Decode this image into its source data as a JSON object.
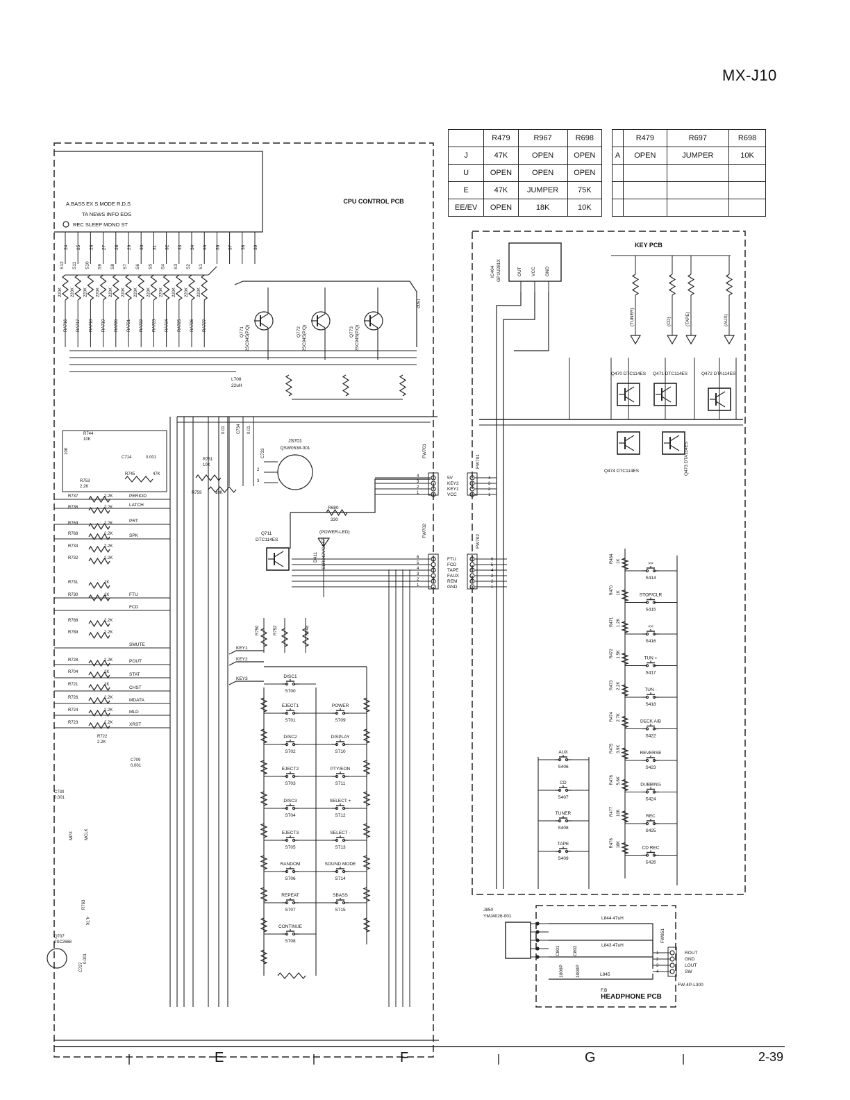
{
  "model": "MX-J10",
  "page_number": "2-39",
  "grid_columns": [
    "E",
    "F",
    "G"
  ],
  "table_left": {
    "headers": [
      "",
      "R479",
      "R967",
      "R698"
    ],
    "rows": [
      [
        "J",
        "47K",
        "OPEN",
        "OPEN"
      ],
      [
        "U",
        "OPEN",
        "OPEN",
        "OPEN"
      ],
      [
        "E",
        "47K",
        "JUMPER",
        "75K"
      ],
      [
        "EE/EV",
        "OPEN",
        "18K",
        "10K"
      ]
    ]
  },
  "table_right": {
    "headers": [
      "",
      "R479",
      "R697",
      "R698"
    ],
    "rows": [
      [
        "A",
        "OPEN",
        "JUMPER",
        "10K"
      ],
      [
        "",
        "",
        "",
        ""
      ],
      [
        "",
        "",
        "",
        ""
      ],
      [
        "",
        "",
        "",
        ""
      ]
    ]
  },
  "pcb_labels": {
    "cpu": "CPU CONTROL PCB",
    "key": "KEY PCB",
    "headphone": "HEADPHONE PCB"
  },
  "display_indicators": {
    "line1": [
      "A.BASS EX",
      "S.MODE",
      "R,D,S"
    ],
    "line2": [
      "TA",
      "NEWS",
      "INFO",
      "EOS"
    ],
    "line3": [
      "REC",
      "SLEEP",
      "MONO",
      "ST"
    ]
  },
  "fl_segments": [
    "S12",
    "S11",
    "S10",
    "S9",
    "S8",
    "S7",
    "S6",
    "S5",
    "S4",
    "S3",
    "S2",
    "S1"
  ],
  "fl_pins": [
    "24",
    "25",
    "26",
    "27",
    "28",
    "29",
    "30",
    "31",
    "32",
    "33",
    "34",
    "35",
    "36",
    "37",
    "38",
    "39"
  ],
  "resistor_array": [
    "RA716",
    "RA717",
    "RA718",
    "RA719",
    "RA720",
    "RA721",
    "RA722",
    "RA723",
    "RA724",
    "RA725",
    "RA726",
    "RA727"
  ],
  "transistors": [
    {
      "ref": "Q771",
      "part": "2SC945(P,Q)"
    },
    {
      "ref": "Q772",
      "part": "2SC945(P,Q)"
    },
    {
      "ref": "Q773",
      "part": "2SC945(P,Q)"
    }
  ],
  "cpu_parts": {
    "js701": "JS701",
    "js701_part": "QSW0538-001",
    "q711": "Q711",
    "q711_part": "DTC114ES",
    "d411": "D411",
    "d411_part": "SLR342VCA47",
    "power_led": "(POWER-LED)",
    "r680": "R680",
    "r680_val": "330",
    "l708": "L708",
    "l708_val": "22uH"
  },
  "key_parts": {
    "ic": "IC404",
    "ic_part": "GP1U281X",
    "ic_pins": [
      "OUT",
      "VCC",
      "GND"
    ],
    "leds": [
      "(TUNER)",
      "(CD)",
      "(TAPE)",
      "(AUX)"
    ],
    "q470": "Q470 DTC114ES",
    "q471": "Q471 DTC114ES",
    "q472": "Q472 DTA114ES",
    "q473": "Q473 DTA114ES",
    "q474": "Q474 DTC114ES"
  },
  "connector_fw701": {
    "ref": "FW701",
    "pins": [
      "5V",
      "KEY2",
      "KEY1",
      "VCC"
    ]
  },
  "connector_fw702": {
    "ref": "FW702",
    "pins": [
      "FTU",
      "FCD",
      "TAPE",
      "FAUX",
      "REM",
      "GND"
    ]
  },
  "cpu_signals": [
    "PERIOD",
    "LATCH",
    "PRT",
    "SPK",
    "FTU",
    "FCD",
    "SMUTE",
    "POUT",
    "STAT",
    "CHST",
    "MDATA",
    "MLD",
    "XRST"
  ],
  "left_resistors": [
    {
      "ref": "R737",
      "val": "2.2K"
    },
    {
      "ref": "R736",
      "val": "2.2K"
    },
    {
      "ref": "R769",
      "val": "2.2K"
    },
    {
      "ref": "R768",
      "val": "2.2K"
    },
    {
      "ref": "R733",
      "val": "2.2K"
    },
    {
      "ref": "R732",
      "val": "2.2K"
    },
    {
      "ref": "R731",
      "val": "1K"
    },
    {
      "ref": "R730",
      "val": "1K"
    },
    {
      "ref": "R788",
      "val": "2.2K"
    },
    {
      "ref": "R789",
      "val": "2.2K"
    },
    {
      "ref": "R728",
      "val": "2.2K"
    },
    {
      "ref": "R704",
      "val": "1K"
    },
    {
      "ref": "R721",
      "val": "1K"
    },
    {
      "ref": "R726",
      "val": "2.2K"
    },
    {
      "ref": "R724",
      "val": "2.2K"
    },
    {
      "ref": "R723",
      "val": "2.2K"
    }
  ],
  "key_lines": [
    "KEY1",
    "KEY2",
    "KEY3"
  ],
  "cpu_switches": [
    {
      "label": "DISC1",
      "ref": "S700"
    },
    {
      "label": "EJECT1",
      "ref": "S701"
    },
    {
      "label": "POWER",
      "ref": "S709"
    },
    {
      "label": "DISC2",
      "ref": "S702"
    },
    {
      "label": "DISPLAY",
      "ref": "S710"
    },
    {
      "label": "EJECT2",
      "ref": "S703"
    },
    {
      "label": "PTY/EON",
      "ref": "S711"
    },
    {
      "label": "DISC3",
      "ref": "S704"
    },
    {
      "label": "SELECT +",
      "ref": "S712"
    },
    {
      "label": "EJECT3",
      "ref": "S705"
    },
    {
      "label": "SELECT -",
      "ref": "S713"
    },
    {
      "label": "RANDOM",
      "ref": "S706"
    },
    {
      "label": "SOUND MODE",
      "ref": "S714"
    },
    {
      "label": "REPEAT",
      "ref": "S707"
    },
    {
      "label": "SBASS",
      "ref": "S715"
    },
    {
      "label": "CONTINUE",
      "ref": "S708"
    }
  ],
  "key_switches_right": [
    {
      "label": ">>",
      "ref": "S414",
      "res": "R484",
      "val": "1K"
    },
    {
      "label": "STOP/CLR",
      "ref": "S415",
      "res": "R470",
      "val": "1K"
    },
    {
      "label": "<<",
      "ref": "S416",
      "res": "R471",
      "val": "1.2K"
    },
    {
      "label": "TUN +",
      "ref": "S417",
      "res": "R472",
      "val": "1.5K"
    },
    {
      "label": "TUN -",
      "ref": "S418",
      "res": "R473",
      "val": "2.2K"
    },
    {
      "label": "DECK A/B",
      "ref": "S422",
      "res": "R474",
      "val": "2.7K"
    },
    {
      "label": "REVERSE",
      "ref": "S423",
      "res": "R475",
      "val": "3.9K"
    },
    {
      "label": "DUBBING",
      "ref": "S424",
      "res": "R476",
      "val": "5.6K"
    },
    {
      "label": "REC",
      "ref": "S425",
      "res": "R477",
      "val": "10K"
    },
    {
      "label": "CD REC",
      "ref": "S426",
      "res": "R478",
      "val": "18K"
    }
  ],
  "key_switches_left": [
    {
      "label": "AUX",
      "ref": "S406"
    },
    {
      "label": "CD",
      "ref": "S407"
    },
    {
      "label": "TUNER",
      "ref": "S408"
    },
    {
      "label": "TAPE",
      "ref": "S409"
    }
  ],
  "headphone": {
    "jack": "J850",
    "jack_part": "YMJ4026-001",
    "l844": "L844 47uH",
    "l843": "L843 47uH",
    "l845": "L845",
    "fb": "F.B",
    "c801": "C801",
    "c802": "C802",
    "cap_val": "1000P",
    "fw851": "FW851",
    "pins": [
      "ROUT",
      "GND",
      "LOUT",
      "SW"
    ],
    "connector": "FW-4P-L300"
  }
}
